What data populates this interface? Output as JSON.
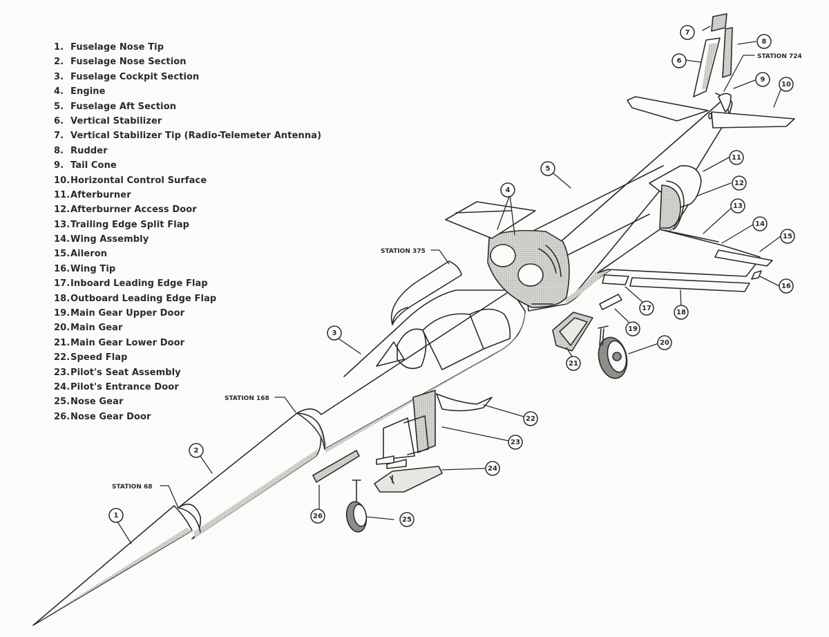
{
  "parts": [
    {
      "num": "1.",
      "label": "Fuselage Nose Tip"
    },
    {
      "num": "2.",
      "label": "Fuselage Nose Section"
    },
    {
      "num": "3.",
      "label": "Fuselage Cockpit Section"
    },
    {
      "num": "4.",
      "label": "Engine"
    },
    {
      "num": "5.",
      "label": "Fuselage Aft Section"
    },
    {
      "num": "6.",
      "label": "Vertical Stabilizer"
    },
    {
      "num": "7.",
      "label": "Vertical Stabilizer Tip (Radio-Telemeter Antenna)"
    },
    {
      "num": "8.",
      "label": "Rudder"
    },
    {
      "num": "9.",
      "label": "Tail Cone"
    },
    {
      "num": "10.",
      "label": "Horizontal Control Surface"
    },
    {
      "num": "11.",
      "label": "Afterburner"
    },
    {
      "num": "12.",
      "label": "Afterburner Access Door"
    },
    {
      "num": "13.",
      "label": "Trailing Edge Split Flap"
    },
    {
      "num": "14.",
      "label": "Wing Assembly"
    },
    {
      "num": "15.",
      "label": "Aileron"
    },
    {
      "num": "16.",
      "label": "Wing Tip"
    },
    {
      "num": "17.",
      "label": "Inboard Leading Edge Flap"
    },
    {
      "num": "18.",
      "label": "Outboard Leading Edge Flap"
    },
    {
      "num": "19.",
      "label": "Main Gear Upper Door"
    },
    {
      "num": "20.",
      "label": "Main Gear"
    },
    {
      "num": "21.",
      "label": "Main Gear Lower Door"
    },
    {
      "num": "22.",
      "label": "Speed Flap"
    },
    {
      "num": "23.",
      "label": "Pilot's Seat Assembly"
    },
    {
      "num": "24.",
      "label": "Pilot's Entrance Door"
    },
    {
      "num": "25.",
      "label": "Nose Gear"
    },
    {
      "num": "26.",
      "label": "Nose Gear Door"
    }
  ],
  "stations": {
    "s68": "STATION 68",
    "s168": "STATION 168",
    "s375": "STATION 375",
    "s724": "STATION 724"
  },
  "callouts": {
    "c1": "1",
    "c2": "2",
    "c3": "3",
    "c4": "4",
    "c5": "5",
    "c6": "6",
    "c7": "7",
    "c8": "8",
    "c9": "9",
    "c10": "10",
    "c11": "11",
    "c12": "12",
    "c13": "13",
    "c14": "14",
    "c15": "15",
    "c16": "16",
    "c17": "17",
    "c18": "18",
    "c19": "19",
    "c20": "20",
    "c21": "21",
    "c22": "22",
    "c23": "23",
    "c24": "24",
    "c25": "25",
    "c26": "26"
  }
}
